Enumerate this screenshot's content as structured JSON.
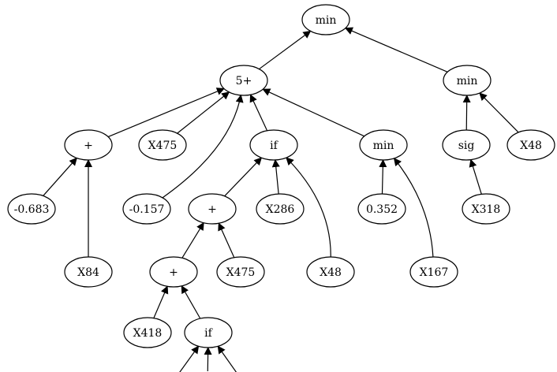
{
  "diagram": {
    "nodes": [
      {
        "id": "n_min_root",
        "label": "min"
      },
      {
        "id": "n_5plus",
        "label": "5+"
      },
      {
        "id": "n_min_right",
        "label": "min"
      },
      {
        "id": "n_plus1",
        "label": "+"
      },
      {
        "id": "n_x475a",
        "label": "X475"
      },
      {
        "id": "n_if1",
        "label": "if"
      },
      {
        "id": "n_min_mid",
        "label": "min"
      },
      {
        "id": "n_sig",
        "label": "sig"
      },
      {
        "id": "n_x48a",
        "label": "X48"
      },
      {
        "id": "n_m0683",
        "label": "-0.683"
      },
      {
        "id": "n_m0157",
        "label": "-0.157"
      },
      {
        "id": "n_plus2",
        "label": "+"
      },
      {
        "id": "n_x286",
        "label": "X286"
      },
      {
        "id": "n_0352",
        "label": "0.352"
      },
      {
        "id": "n_x318",
        "label": "X318"
      },
      {
        "id": "n_x84",
        "label": "X84"
      },
      {
        "id": "n_plus3",
        "label": "+"
      },
      {
        "id": "n_x475b",
        "label": "X475"
      },
      {
        "id": "n_x48b",
        "label": "X48"
      },
      {
        "id": "n_x167",
        "label": "X167"
      },
      {
        "id": "n_x418",
        "label": "X418"
      },
      {
        "id": "n_if2",
        "label": "if"
      }
    ],
    "edges": [
      {
        "from": "n_5plus",
        "to": "n_min_root"
      },
      {
        "from": "n_min_right",
        "to": "n_min_root"
      },
      {
        "from": "n_plus1",
        "to": "n_5plus"
      },
      {
        "from": "n_x475a",
        "to": "n_5plus"
      },
      {
        "from": "n_m0157",
        "to": "n_5plus"
      },
      {
        "from": "n_if1",
        "to": "n_5plus"
      },
      {
        "from": "n_min_mid",
        "to": "n_5plus"
      },
      {
        "from": "n_sig",
        "to": "n_min_right"
      },
      {
        "from": "n_x48a",
        "to": "n_min_right"
      },
      {
        "from": "n_m0683",
        "to": "n_plus1"
      },
      {
        "from": "n_x84",
        "to": "n_plus1"
      },
      {
        "from": "n_plus2",
        "to": "n_if1"
      },
      {
        "from": "n_x286",
        "to": "n_if1"
      },
      {
        "from": "n_x48b",
        "to": "n_if1"
      },
      {
        "from": "n_0352",
        "to": "n_min_mid"
      },
      {
        "from": "n_x167",
        "to": "n_min_mid"
      },
      {
        "from": "n_x318",
        "to": "n_sig"
      },
      {
        "from": "n_plus3",
        "to": "n_plus2"
      },
      {
        "from": "n_x475b",
        "to": "n_plus2"
      },
      {
        "from": "n_x418",
        "to": "n_plus3"
      },
      {
        "from": "n_if2",
        "to": "n_plus3"
      },
      {
        "from": "n_if2_c1",
        "to": "n_if2"
      },
      {
        "from": "n_if2_c2",
        "to": "n_if2"
      },
      {
        "from": "n_if2_c3",
        "to": "n_if2"
      }
    ]
  }
}
